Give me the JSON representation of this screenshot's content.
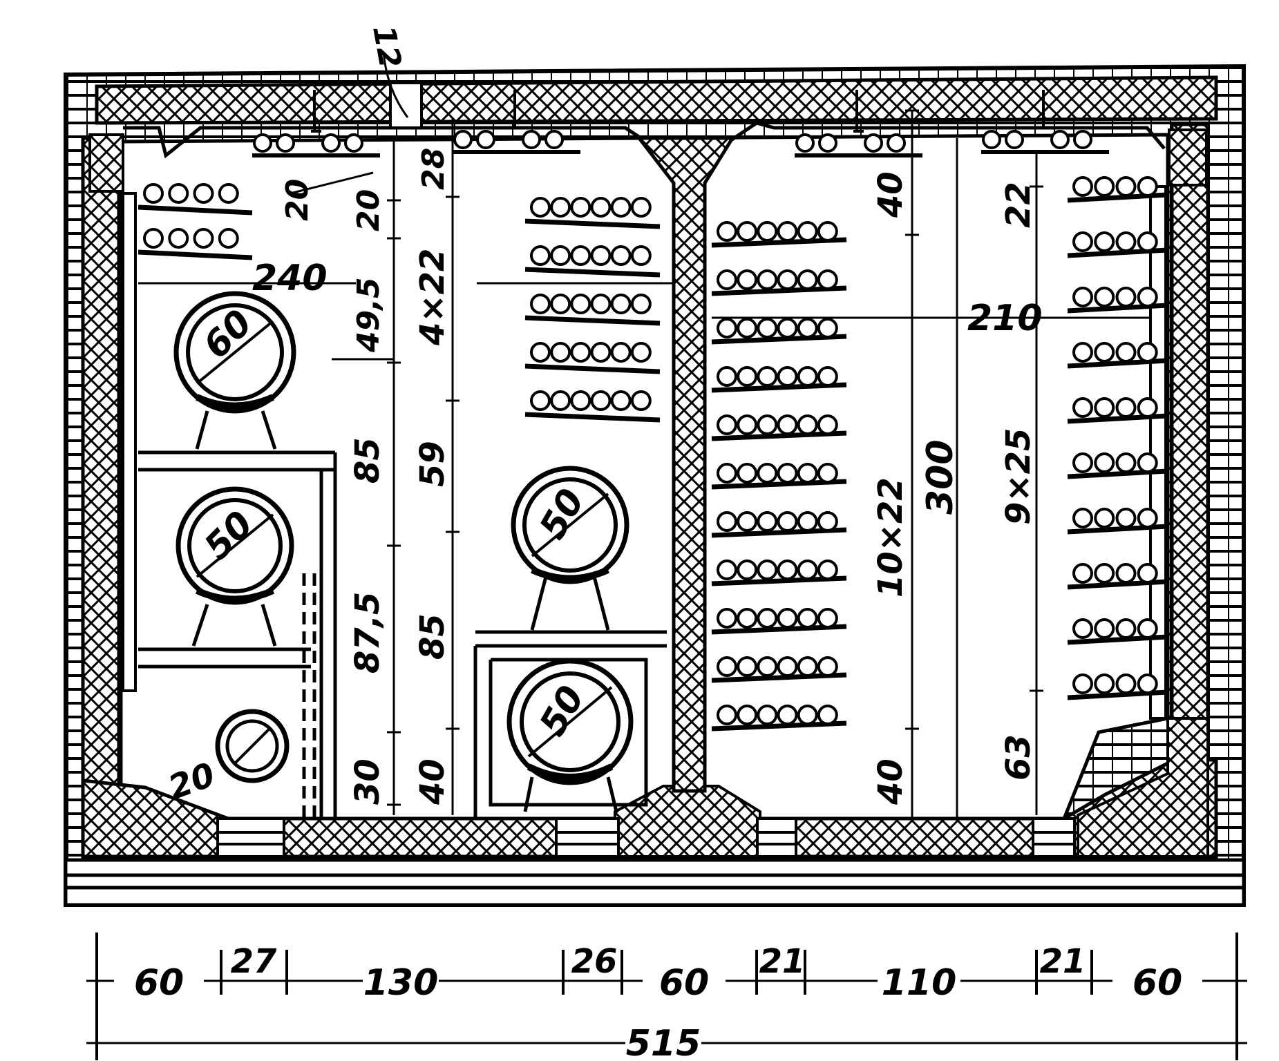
{
  "diagram": {
    "internal_dimensions": {
      "top_gap_12": "12",
      "left_shelf_20a": "20",
      "left_shelf_20b": "20",
      "left_gap_28": "28",
      "left_width_240": "240",
      "left_height_49_5": "49,5",
      "mid_pitch_4x22": "4×22",
      "left_height_85a": "85",
      "mid_height_59": "59",
      "left_height_87_5": "87,5",
      "mid_height_85": "85",
      "bottom_30": "30",
      "bottom_40": "40",
      "right_top_40": "40",
      "right_pitch_10x22": "10×22",
      "right_height_300": "300",
      "right_bottom_40": "40",
      "right_width_210": "210",
      "far_right_22": "22",
      "far_right_pitch_9x25": "9×25",
      "far_right_bottom_63": "63"
    },
    "pipes": {
      "large_left": "60",
      "mid_left": "50",
      "mid_centre": "50",
      "lower_centre": "50",
      "small_left": "20"
    },
    "bottom_dimensions": [
      "60",
      "27",
      "130",
      "26",
      "60",
      "21",
      "110",
      "21",
      "60"
    ],
    "overall_width": "515"
  }
}
